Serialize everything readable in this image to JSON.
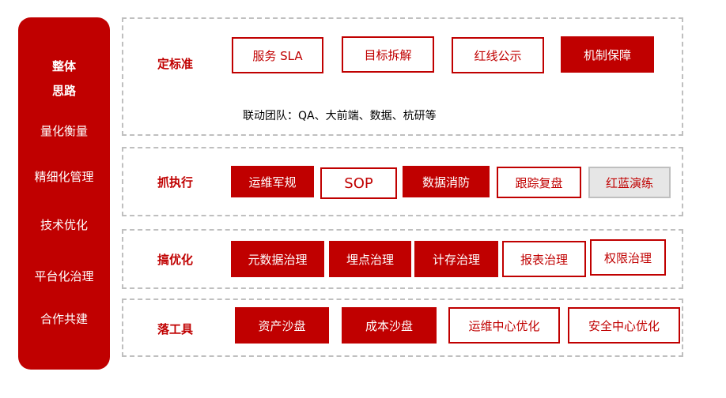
{
  "sidebar": {
    "title_line1": "整体",
    "title_line2": "思路",
    "items": [
      "量化衡量",
      "精细化管理",
      "技术优化",
      "平台化治理",
      "合作共建"
    ]
  },
  "rows": [
    {
      "label": "定标准",
      "boxes": [
        "服务 SLA",
        "目标拆解",
        "红线公示",
        "机制保障"
      ],
      "note": "联动团队：QA、大前端、数据、杭研等"
    },
    {
      "label": "抓执行",
      "boxes": [
        "运维军规",
        "SOP",
        "数据消防",
        "跟踪复盘",
        "红蓝演练"
      ]
    },
    {
      "label": "搞优化",
      "boxes": [
        "元数据治理",
        "埋点治理",
        "计存治理",
        "报表治理",
        "权限治理"
      ]
    },
    {
      "label": "落工具",
      "boxes": [
        "资产沙盘",
        "成本沙盘",
        "运维中心优化",
        "安全中心优化"
      ]
    }
  ],
  "colors": {
    "primary_red": "#c00000",
    "dashed_border": "#bfbfbf",
    "gray_fill": "#e6e6e6"
  }
}
